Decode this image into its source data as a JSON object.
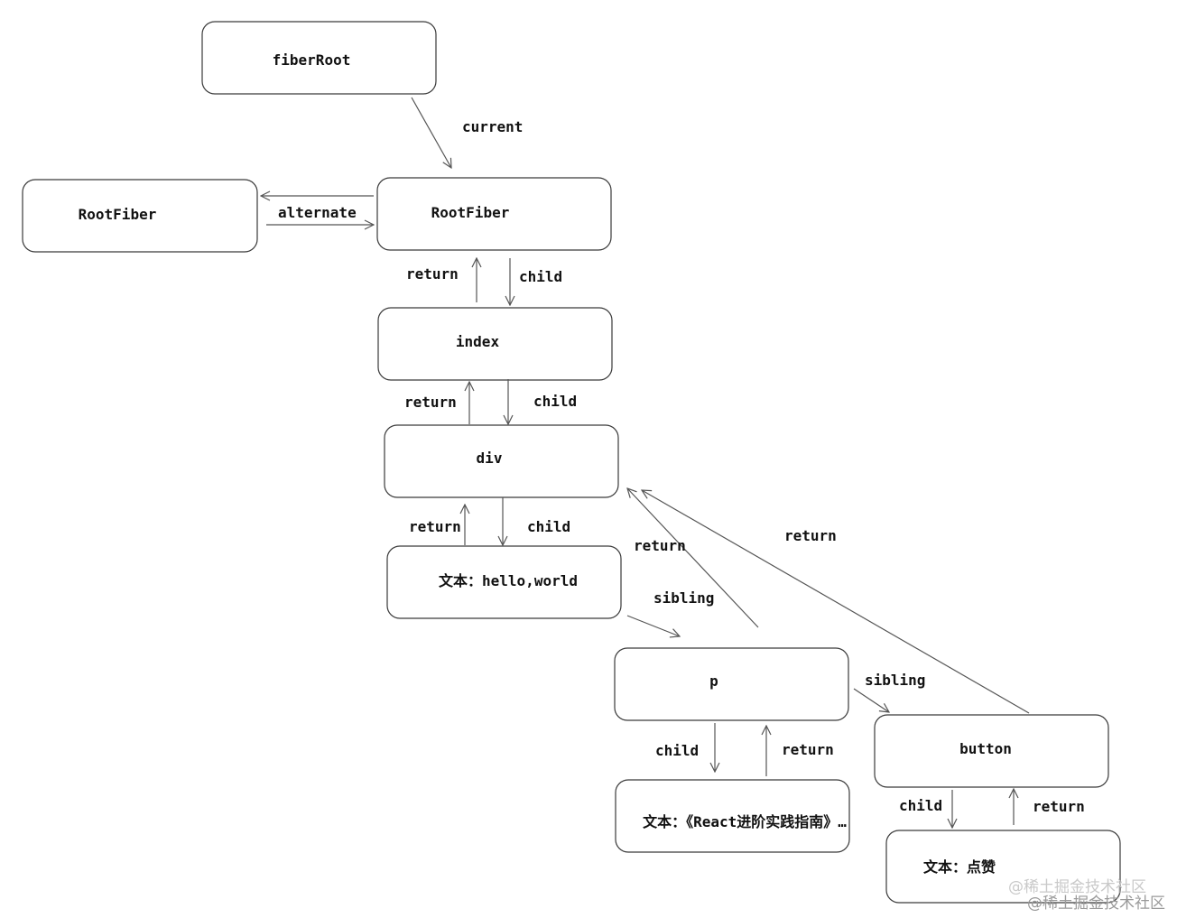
{
  "nodes": {
    "fiberRoot": "fiberRoot",
    "rootFiberAlt": "RootFiber",
    "rootFiber": "RootFiber",
    "index": "index",
    "div": "div",
    "text_hello": "文本：hello,world",
    "p": "p",
    "button": "button",
    "text_react": "文本：《React进阶实践指南》…",
    "text_zan": "文本：点赞"
  },
  "edges": {
    "current": "current",
    "alternate": "alternate",
    "child": "child",
    "return": "return",
    "sibling": "sibling"
  },
  "watermark": "@稀土掘金技术社区"
}
